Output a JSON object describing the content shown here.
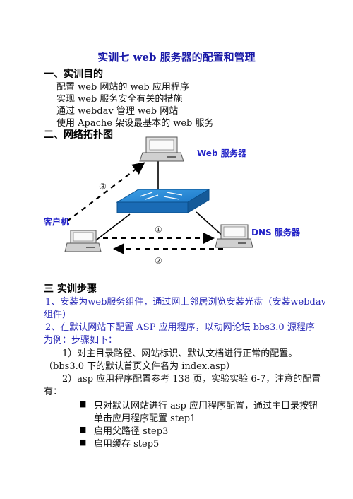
{
  "title": "实训七    web 服务器的配置和管理",
  "section1": {
    "heading": "一、实训目的",
    "items": [
      "配置 web 网站的 web 应用程序",
      "实现 web 服务安全有关的措施",
      "通过 webdav 管理 web 网站",
      "使用 Apache 架设最基本的 web 服务"
    ]
  },
  "section2": {
    "heading": "二、网络拓扑图",
    "diagram": {
      "web_server_label": "Web 服务器",
      "client_label": "客户机",
      "dns_server_label": "DNS 服务器",
      "marker1": "①",
      "marker2": "②",
      "marker3": "③"
    }
  },
  "section3": {
    "heading": "三  实训步骤",
    "step1_line1": "1、安装为web服务组件，通过网上邻居浏览安装光盘（安装webdav",
    "step1_line2": "组件）",
    "step2_line1": "2、在默认网站下配置 ASP 应用程序，以动网论坛 bbs3.0 源程序",
    "step2_line2": "为例：步骤如下：",
    "sub1_line1": "1）对主目录路径、网站标识、默认文档进行正常的配置。",
    "sub1_line2": "（bbs3.0 下的默认首页文件名为 index.asp）",
    "sub2_line1": "2）asp 应用程序配置参考 138 页，实验实验 6-7，注意的配置",
    "sub2_line2": "有：",
    "bullets": [
      "只对默认网站进行  asp  应用程序配置，通过主目录按钮",
      "单击应用程序配置   step1",
      "启用父路径   step3",
      "启用缓存   step5"
    ],
    "bullet_glyph": "■"
  }
}
